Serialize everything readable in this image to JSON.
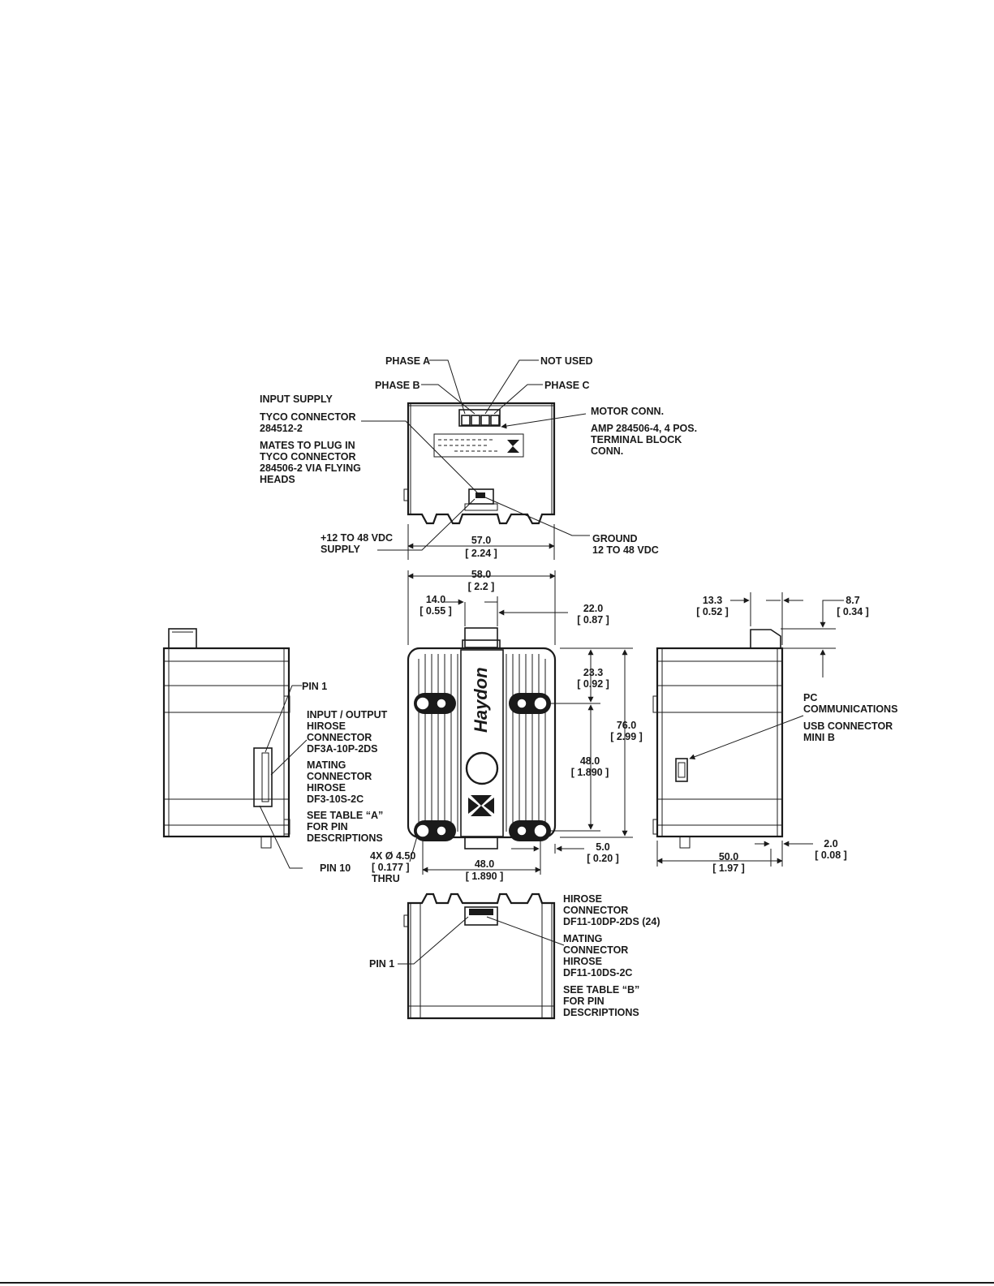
{
  "brand": {
    "logo_text": "Haydon",
    "colors": {
      "ink": "#1a1a1a",
      "paper": "#ffffff"
    }
  },
  "labels": {
    "phase_a": "PHASE A",
    "phase_b": "PHASE B",
    "not_used": "NOT USED",
    "phase_c": "PHASE C",
    "input_supply": "INPUT SUPPLY",
    "tyco_connector": [
      "TYCO CONNECTOR",
      "284512-2"
    ],
    "mates_to_plug": [
      "MATES TO PLUG IN",
      "TYCO CONNECTOR",
      "284506-2 VIA FLYING",
      "HEADS"
    ],
    "motor_conn": "MOTOR CONN.",
    "amp_block": [
      "AMP 284506-4, 4 POS.",
      "TERMINAL BLOCK",
      "CONN."
    ],
    "supply_plus": [
      "+12 TO 48 VDC",
      "SUPPLY"
    ],
    "ground": [
      "GROUND",
      "12 TO 48 VDC"
    ],
    "pin_1_left": "PIN 1",
    "io_hirose": [
      "INPUT / OUTPUT",
      "HIROSE",
      "CONNECTOR",
      "DF3A-10P-2DS"
    ],
    "mating_hirose_left": [
      "MATING",
      "CONNECTOR",
      "HIROSE",
      "DF3-10S-2C"
    ],
    "see_table_a": [
      "SEE TABLE “A”",
      "FOR PIN",
      "DESCRIPTIONS"
    ],
    "pin_10": "PIN 10",
    "pc_comm": [
      "PC",
      "COMMUNICATIONS"
    ],
    "usb": [
      "USB CONNECTOR",
      "MINI B"
    ],
    "hirose_bottom": [
      "HIROSE",
      "CONNECTOR",
      "DF11-10DP-2DS (24)"
    ],
    "mating_hirose_bottom": [
      "MATING",
      "CONNECTOR",
      "HIROSE",
      "DF11-10DS-2C"
    ],
    "see_table_b": [
      "SEE TABLE “B”",
      "FOR PIN",
      "DESCRIPTIONS"
    ],
    "pin_1_bottom": "PIN 1",
    "holes": [
      "4X Ø 4.50",
      "[ 0.177 ]",
      "THRU"
    ]
  },
  "dimensions": {
    "top_width": [
      "57.0",
      "[ 2.24 ]"
    ],
    "front_width": [
      "58.0",
      "[ 2.2 ]"
    ],
    "left_offset": [
      "14.0",
      "[ 0.55 ]"
    ],
    "right_offset": [
      "22.0",
      "[ 0.87 ]"
    ],
    "top_hole": [
      "23.3",
      "[ 0.92 ]"
    ],
    "hole_span_v": [
      "48.0",
      "[ 1.890 ]"
    ],
    "height": [
      "76.0",
      "[ 2.99 ]"
    ],
    "bottom_offset": [
      "5.0",
      "[ 0.20 ]"
    ],
    "hole_span_h": [
      "48.0",
      "[ 1.890 ]"
    ],
    "side_13": [
      "13.3",
      "[ 0.52 ]"
    ],
    "side_8": [
      "8.7",
      "[ 0.34 ]"
    ],
    "side_depth": [
      "50.0",
      "[ 1.97 ]"
    ],
    "side_2": [
      "2.0",
      "[ 0.08 ]"
    ]
  }
}
